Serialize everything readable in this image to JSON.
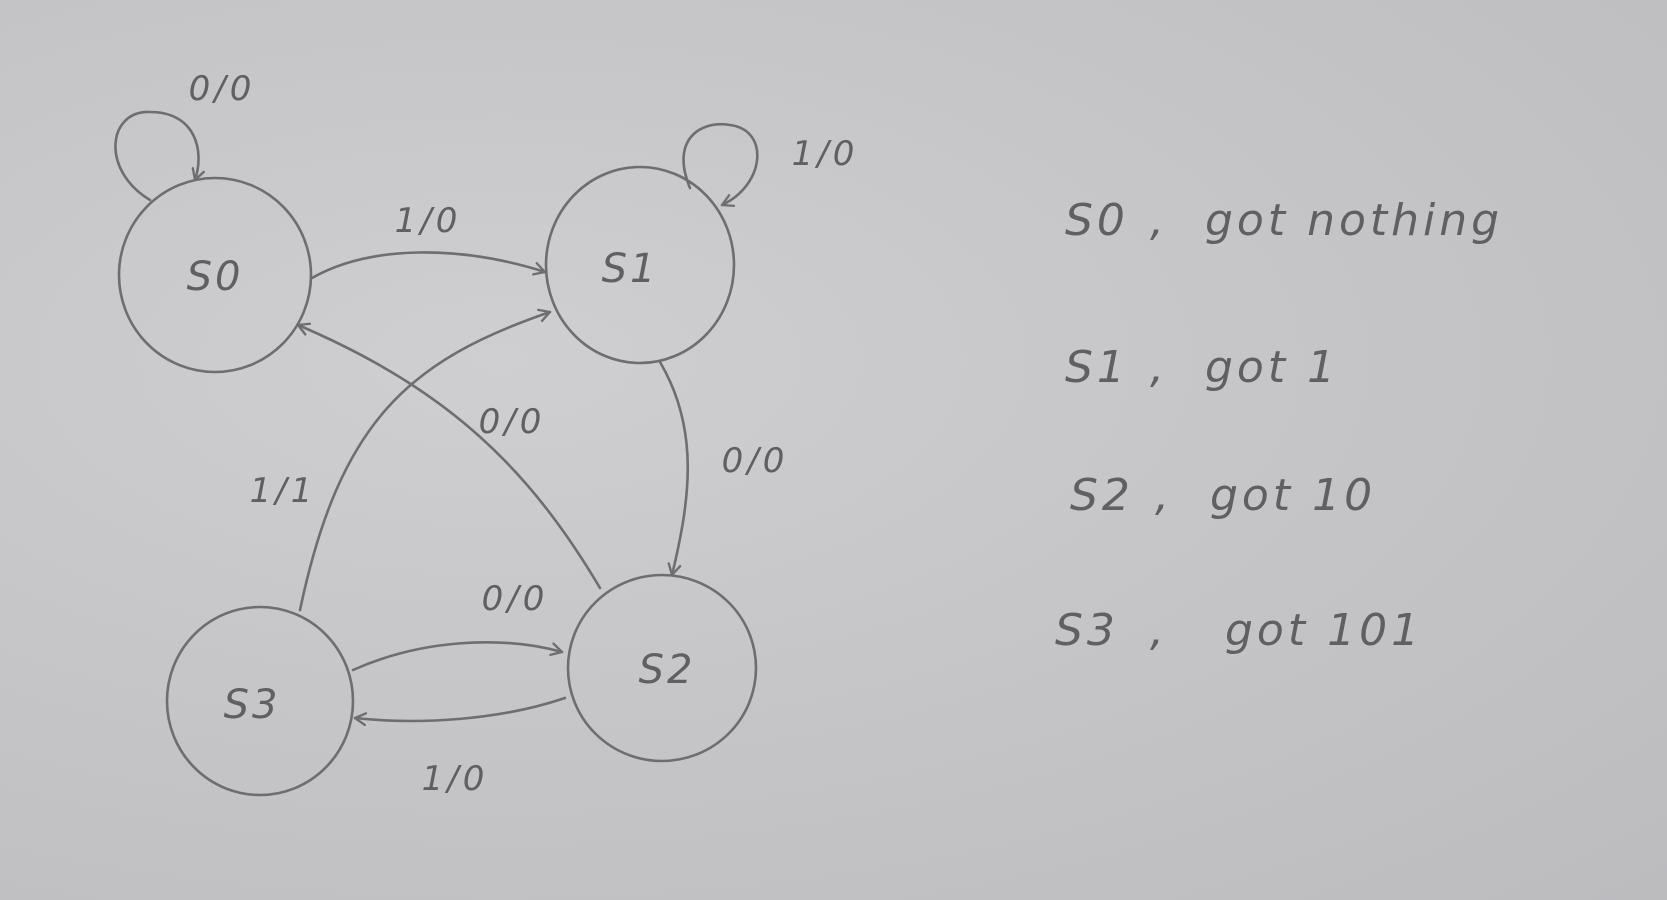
{
  "states": [
    {
      "id": "S0",
      "label": "S0"
    },
    {
      "id": "S1",
      "label": "S1"
    },
    {
      "id": "S2",
      "label": "S2"
    },
    {
      "id": "S3",
      "label": "S3"
    }
  ],
  "transitions": [
    {
      "from": "S0",
      "to": "S0",
      "label": "0/0"
    },
    {
      "from": "S0",
      "to": "S1",
      "label": "1/0"
    },
    {
      "from": "S1",
      "to": "S1",
      "label": "1/0"
    },
    {
      "from": "S1",
      "to": "S2",
      "label": "0/0"
    },
    {
      "from": "S2",
      "to": "S0",
      "label": "0/0"
    },
    {
      "from": "S3",
      "to": "S1",
      "label": "1/1"
    },
    {
      "from": "S3",
      "to": "S2",
      "label": "0/0"
    },
    {
      "from": "S2",
      "to": "S3",
      "label": "1/0"
    }
  ],
  "legend": [
    {
      "state": "S0",
      "sep": ",",
      "desc": "got nothing"
    },
    {
      "state": "S1",
      "sep": ",",
      "desc": "got 1"
    },
    {
      "state": "S2",
      "sep": ",",
      "desc": "got 10"
    },
    {
      "state": "S3",
      "sep": ",",
      "desc": "got 101"
    }
  ]
}
